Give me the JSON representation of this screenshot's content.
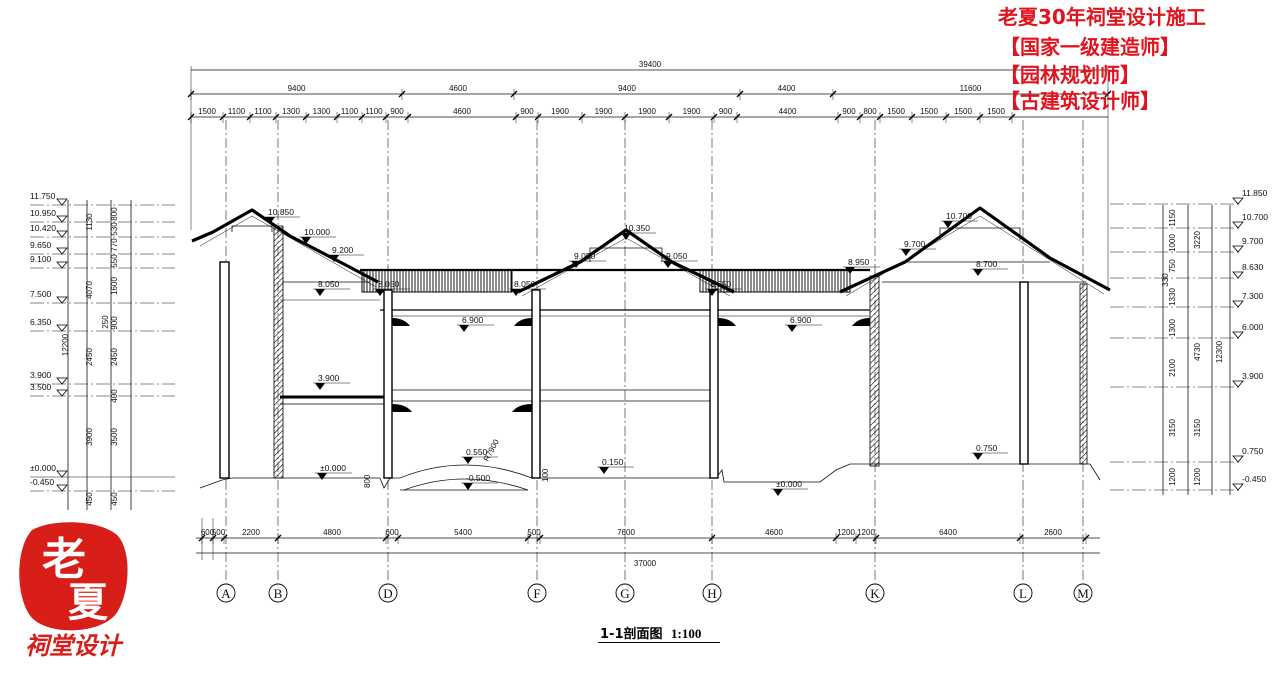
{
  "watermark": {
    "lines": [
      "老夏30年祠堂设计施工",
      "【国家一级建造师】",
      "【园林规划师】",
      "【古建筑设计师】"
    ],
    "color": "#e0141e"
  },
  "seal": {
    "big_chars": [
      "老",
      "夏"
    ],
    "script_text": "祠堂设计",
    "color": "#d81e18"
  },
  "caption": {
    "title": "1-1剖面图",
    "scale": "1:100"
  },
  "top_dims": {
    "overall": "39400",
    "row2": [
      "9400",
      "4600",
      "9400",
      "4400",
      "11600"
    ],
    "row3": [
      "1500",
      "1100",
      "1100",
      "1300",
      "1300",
      "1100",
      "1100",
      "900",
      "4600",
      "900",
      "1900",
      "1900",
      "1900",
      "1900",
      "900",
      "4400",
      "900",
      "800",
      "1500",
      "1500",
      "1500",
      "1500"
    ]
  },
  "bottom_dims": {
    "row1": [
      "600",
      "500",
      "2200",
      "4800",
      "600",
      "5400",
      "500",
      "7600",
      "4600",
      "1200",
      "1200",
      "6400",
      "2600"
    ],
    "overall": "37000"
  },
  "axes": [
    "A",
    "B",
    "D",
    "F",
    "G",
    "H",
    "K",
    "L",
    "M"
  ],
  "left_levels": [
    "11.750",
    "10.950",
    "10.420",
    "9.650",
    "9.100",
    "7.500",
    "6.350",
    "3.900",
    "3.500",
    "±0.000",
    "-0.450"
  ],
  "left_dims": {
    "outer": [
      "1130",
      "4070",
      "12200",
      "3900",
      "450"
    ],
    "mid": [
      "2450",
      "2450",
      "400",
      "3500",
      "450"
    ],
    "inner": [
      "800",
      "530",
      "770",
      "550",
      "1600",
      "250",
      "900"
    ]
  },
  "right_levels": [
    "11.850",
    "10.700",
    "9.700",
    "8.630",
    "7.300",
    "6.000",
    "3.900",
    "0.750",
    "-0.450"
  ],
  "right_dims": {
    "inner": [
      "1150",
      "1000",
      "750",
      "330",
      "1330",
      "1300",
      "2100",
      "3150",
      "1200"
    ],
    "mid": [
      "3220",
      "4730",
      "3150",
      "1200"
    ],
    "outer": [
      "12300"
    ]
  },
  "inner_levels": [
    "10.850",
    "10.000",
    "9.200",
    "8.050",
    "8.050",
    "3.900",
    "±0.000",
    "10.350",
    "9.050",
    "9.050",
    "6.900",
    "6.900",
    "0.550",
    "-0.500",
    "0.150",
    "±0.000",
    "10.700",
    "9.700",
    "8.950",
    "8.700",
    "0.750",
    "8.050",
    "8.050"
  ],
  "small_notes": [
    "R7900",
    "800",
    "100"
  ]
}
